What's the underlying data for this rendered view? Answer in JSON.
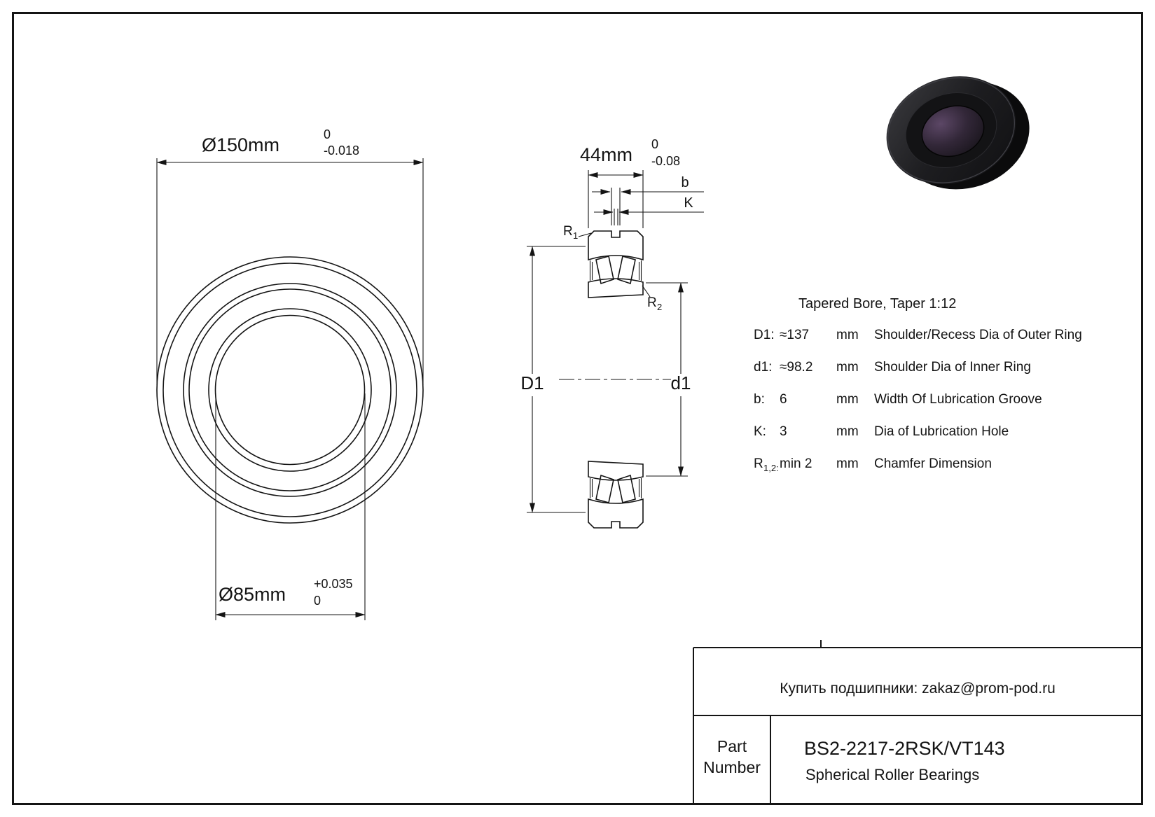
{
  "front_view": {
    "od_dim": {
      "label": "Ø150mm",
      "tol_upper": "0",
      "tol_lower": "-0.018"
    },
    "bore_dim": {
      "label": "Ø85mm",
      "tol_upper": "+0.035",
      "tol_lower": "0"
    }
  },
  "section_view": {
    "width_dim": {
      "label": "44mm",
      "tol_upper": "0",
      "tol_lower": "-0.08"
    },
    "b_label": "b",
    "k_label": "K",
    "r1": {
      "main": "R",
      "sub": "1"
    },
    "r2": {
      "main": "R",
      "sub": "2"
    },
    "outer_dia_label": "D1",
    "inner_dia_label": "d1"
  },
  "spec_table": {
    "header": "Tapered Bore, Taper 1:12",
    "rows": [
      {
        "param": "D1:",
        "value": "≈137",
        "unit": "mm",
        "desc": "Shoulder/Recess Dia of  Outer Ring"
      },
      {
        "param": "d1:",
        "value": "≈98.2",
        "unit": "mm",
        "desc": "Shoulder Dia of Inner Ring"
      },
      {
        "param": "b:",
        "value": "6",
        "unit": "mm",
        "desc": "Width Of Lubrication Groove"
      },
      {
        "param": "K:",
        "value": "3",
        "unit": "mm",
        "desc": "Dia of Lubrication Hole"
      },
      {
        "param_main": "R",
        "param_sub": "1,2:",
        "value": "min 2",
        "unit": "mm",
        "desc": "Chamfer Dimension"
      }
    ]
  },
  "title_block": {
    "contact": "Купить подшипники: zakaz@prom-pod.ru",
    "part_label_line1": "Part",
    "part_label_line2": "Number",
    "part_number": "BS2-2217-2RSK/VT143",
    "product_type": "Spherical Roller Bearings"
  }
}
